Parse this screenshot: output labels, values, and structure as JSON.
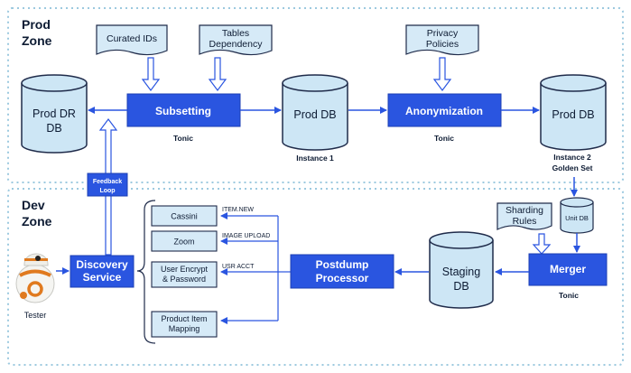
{
  "colors": {
    "zone_border": "#9cc9df",
    "blue_box": "#2a55e0",
    "blue_box_dark": "#1c3fb3",
    "cylinder_fill": "#cde6f5",
    "doc_fill": "#d6eaf7",
    "stroke": "#1f2b4a",
    "arrow": "#2a55e0"
  },
  "prod_zone": {
    "title_line1": "Prod",
    "title_line2": "Zone",
    "prod_dr_db": {
      "line1": "Prod DR",
      "line2": "DB"
    },
    "curated_ids": "Curated IDs",
    "tables_dependency": {
      "line1": "Tables",
      "line2": "Dependency"
    },
    "subsetting": "Subsetting",
    "subsetting_caption": "Tonic",
    "prod_db": "Prod DB",
    "prod_db_caption": "Instance 1",
    "privacy_policies": {
      "line1": "Privacy",
      "line2": "Policies"
    },
    "anonymization": "Anonymization",
    "anonymization_caption": "Tonic",
    "prod_db_2": "Prod DB",
    "prod_db_2_caption": {
      "line1": "Instance 2",
      "line2": "Golden Set"
    }
  },
  "dev_zone": {
    "title_line1": "Dev",
    "title_line2": "Zone",
    "feedback_loop": {
      "line1": "Feedback",
      "line2": "Loop"
    },
    "tester_caption": "Tester",
    "discovery_service": {
      "line1": "Discovery",
      "line2": "Service"
    },
    "services": [
      {
        "label_line1": "Cassini",
        "label_line2": ""
      },
      {
        "label_line1": "Zoom",
        "label_line2": ""
      },
      {
        "label_line1": "User Encrypt",
        "label_line2": "& Password"
      },
      {
        "label_line1": "Product Item",
        "label_line2": "Mapping"
      }
    ],
    "event_tags": [
      "ITEM.NEW",
      "IMAGE UPLOAD",
      "USR ACCT"
    ],
    "postdump_processor": {
      "line1": "Postdump",
      "line2": "Processor"
    },
    "staging_db": {
      "line1": "Staging",
      "line2": "DB"
    },
    "sharding_rules": {
      "line1": "Sharding",
      "line2": "Rules"
    },
    "unit_db": "Unit DB",
    "merger": "Merger",
    "merger_caption": "Tonic"
  }
}
